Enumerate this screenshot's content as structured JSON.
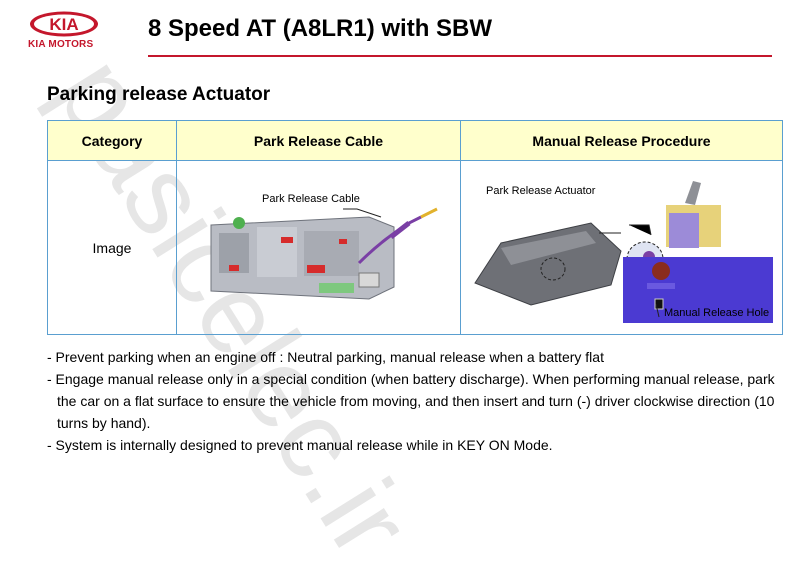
{
  "watermark": "pasicelec.ir",
  "logo": {
    "brand": "KIA",
    "caption": "KIA MOTORS"
  },
  "header": {
    "title": "8 Speed AT (A8LR1) with SBW"
  },
  "section_title": "Parking release Actuator",
  "table": {
    "headers": [
      "Category",
      "Park Release Cable",
      "Manual Release Procedure"
    ],
    "row_label": "Image",
    "cable_label": "Park Release Cable",
    "actuator_label": "Park Release Actuator",
    "hole_label": "Manual Release Hole"
  },
  "bullets": [
    "- Prevent parking when an engine off : Neutral parking, manual release when a battery flat",
    "- Engage manual release only in a special condition (when battery discharge). When performing manual release, park the car on a flat surface to ensure the vehicle from moving, and then insert and turn (-) driver clockwise direction (10 turns by hand).",
    "- System is internally designed to prevent manual release while in KEY ON Mode."
  ],
  "colors": {
    "brand_red": "#c4172c",
    "header_fill": "#ffffcc",
    "border": "#5a9fd0"
  }
}
